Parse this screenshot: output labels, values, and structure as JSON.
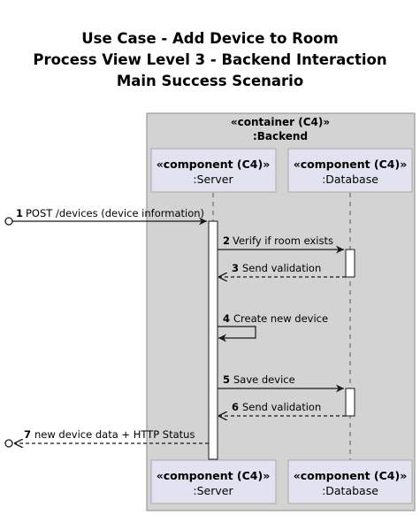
{
  "title_lines": [
    "Use Case - Add Device to Room",
    "Process View Level 3 - Backend Interaction",
    "Main Success Scenario"
  ],
  "container": {
    "stereotype": "«container (C4)»",
    "name": ":Backend"
  },
  "participants": [
    {
      "id": "server",
      "stereotype": "«component (C4)»",
      "name": ":Server"
    },
    {
      "id": "database",
      "stereotype": "«component (C4)»",
      "name": ":Database"
    }
  ],
  "messages": [
    {
      "num": "1",
      "text": "POST /devices (device information)",
      "from": "external",
      "to": "server",
      "style": "solid"
    },
    {
      "num": "2",
      "text": "Verify if room exists",
      "from": "server",
      "to": "database",
      "style": "solid"
    },
    {
      "num": "3",
      "text": "Send validation",
      "from": "database",
      "to": "server",
      "style": "dashed"
    },
    {
      "num": "4",
      "text": "Create new device",
      "from": "server",
      "to": "server",
      "style": "self"
    },
    {
      "num": "5",
      "text": "Save device",
      "from": "server",
      "to": "database",
      "style": "solid"
    },
    {
      "num": "6",
      "text": "Send validation",
      "from": "database",
      "to": "server",
      "style": "dashed"
    },
    {
      "num": "7",
      "text": "new device data + HTTP Status",
      "from": "server",
      "to": "external",
      "style": "dashed"
    }
  ],
  "colors": {
    "container_fill": "#d3d3d3",
    "container_border": "#888888",
    "participant_fill": "#e2e2f0",
    "participant_border": "#aaaaaa",
    "activation_fill": "#ffffff",
    "line": "#181818",
    "lifeline": "#555555"
  }
}
